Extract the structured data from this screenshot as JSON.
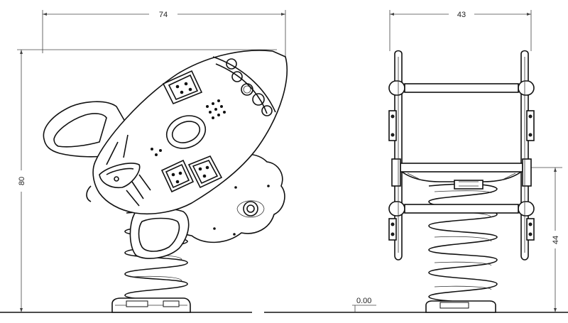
{
  "dimensions": {
    "width_front": "74",
    "height_front": "80",
    "width_side": "43",
    "seat_height": "44",
    "ground_level": "0.00"
  }
}
